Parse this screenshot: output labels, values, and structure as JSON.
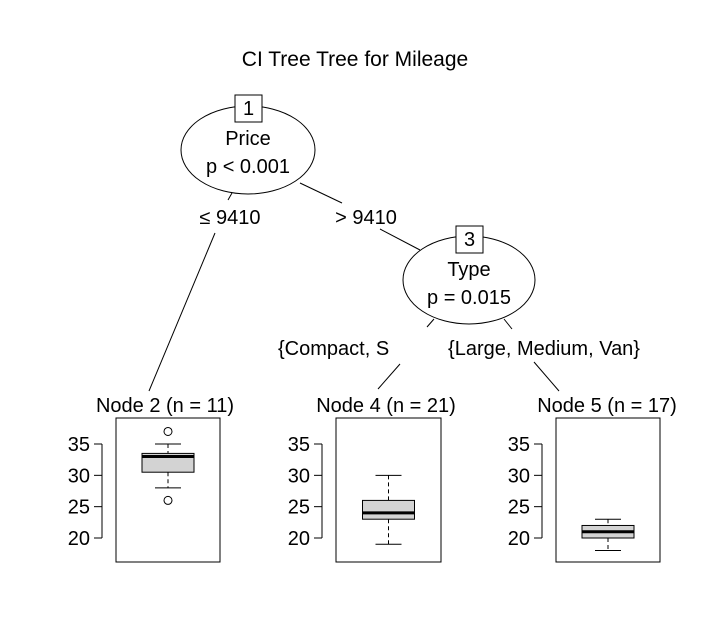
{
  "title": "CI Tree Tree for Mileage",
  "inner_nodes": [
    {
      "id": "1",
      "variable": "Price",
      "p_value": "p < 0.001"
    },
    {
      "id": "3",
      "variable": "Type",
      "p_value": "p = 0.015"
    }
  ],
  "edges": [
    {
      "label": "≤ 9410"
    },
    {
      "label": "> 9410"
    },
    {
      "label": "{Compact, S"
    },
    {
      "label": "{Large, Medium, Van}"
    }
  ],
  "terminal_nodes": [
    {
      "label": "Node 2 (n = 11)",
      "stats": {
        "min": 28,
        "q1": 30.5,
        "median": 33,
        "q3": 33.5,
        "max": 35,
        "outliers": [
          37,
          26
        ]
      }
    },
    {
      "label": "Node 4 (n = 21)",
      "stats": {
        "min": 19,
        "q1": 23,
        "median": 24,
        "q3": 26,
        "max": 30,
        "outliers": []
      }
    },
    {
      "label": "Node 5 (n = 17)",
      "stats": {
        "min": 18,
        "q1": 20,
        "median": 21,
        "q3": 22,
        "max": 23,
        "outliers": []
      }
    }
  ],
  "y_ticks": [
    "35",
    "30",
    "25",
    "20"
  ],
  "box_fill": "#d3d3d3"
}
